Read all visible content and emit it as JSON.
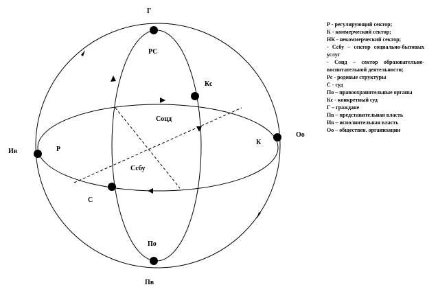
{
  "labels": {
    "top": "Г",
    "bottom": "Пв",
    "left": "Ив",
    "right": "Оо",
    "rs": "РС",
    "ks": "Кс",
    "sozd": "Соцд",
    "sbsbu": "Ссбу",
    "p": "Р",
    "k": "К",
    "s": "С",
    "po": "По"
  },
  "legend": [
    "Р - регулирующий сектор;",
    "К - коммерческий сектор;",
    "НК - некоммерческий сектор;",
    "- Ссбу – сектор социально-бытовых услуг",
    "- Соцд – сектор образовательно-воспитательной деятельности;",
    "Рс - родовые структуры",
    "С - суд",
    "По – правоохранительные органы",
    "Кс - конкретный суд",
    "Г – граждане",
    "Пв – представительная власть",
    "Ив – исполнительная власть",
    "Оо – обществен. организации"
  ]
}
